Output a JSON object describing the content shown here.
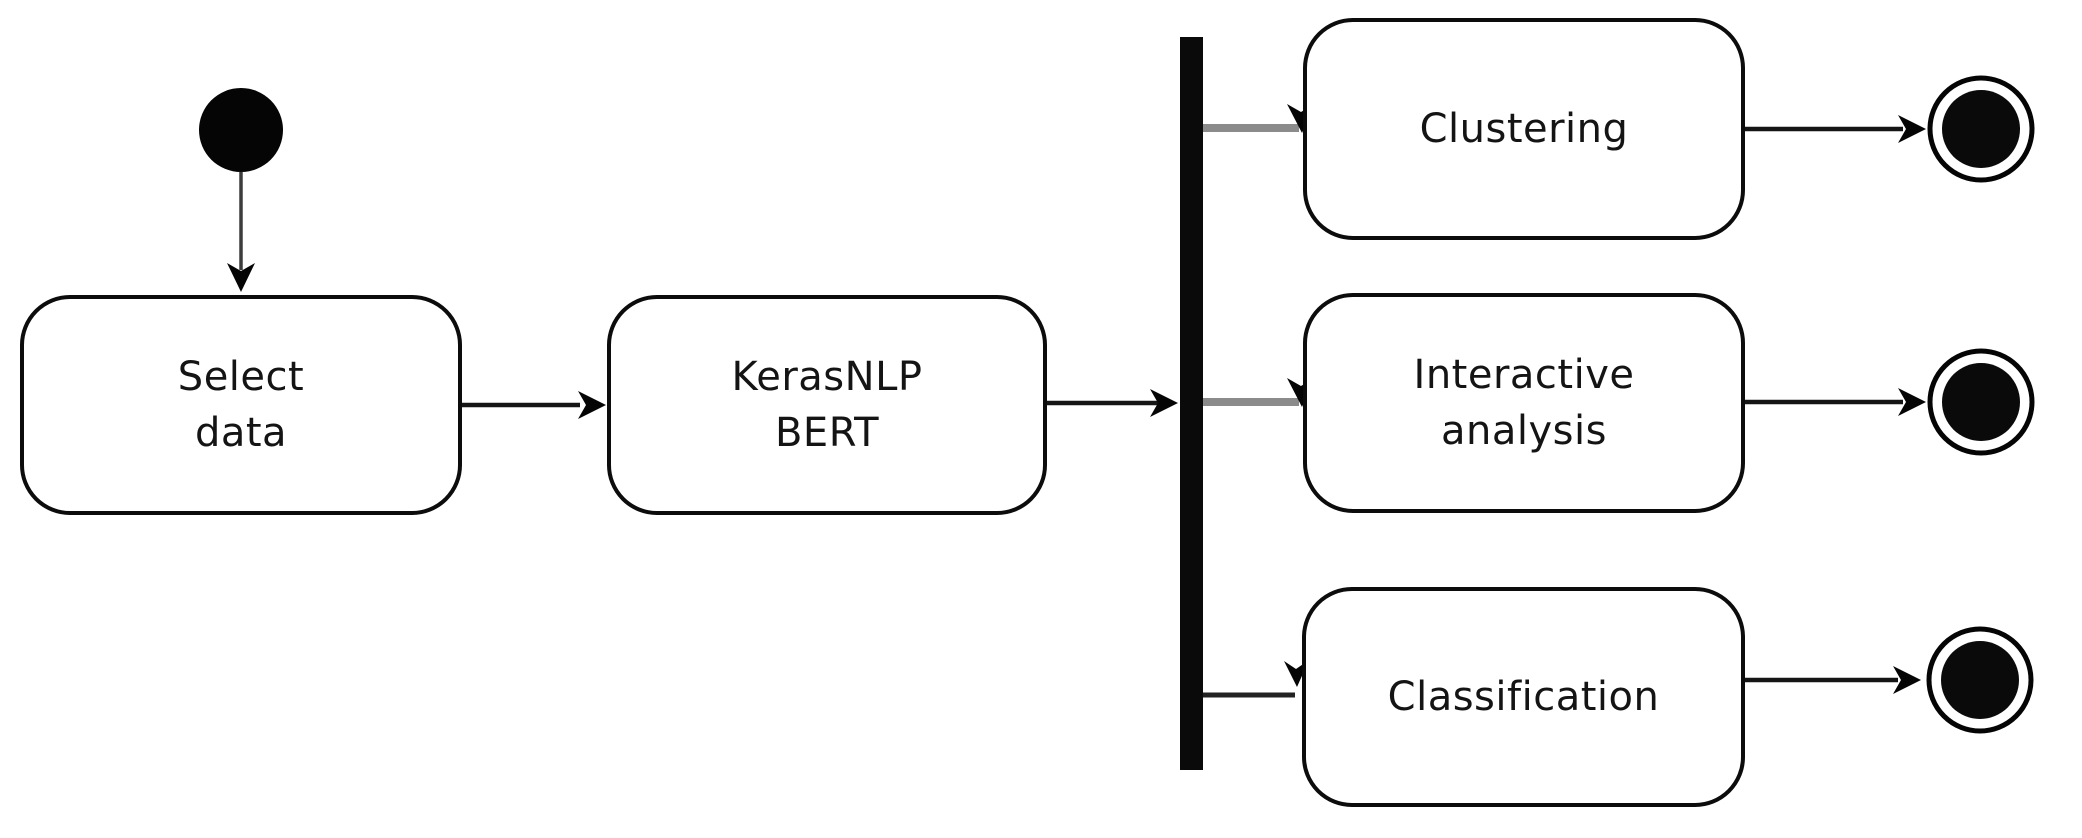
{
  "colors": {
    "background": "#ffffff",
    "node_fill": "#ffffff",
    "node_stroke": "#000000",
    "text": "#141414",
    "connector_black": "#151515",
    "connector_gray": "#8b8b8b"
  },
  "nodes": {
    "initial": {
      "kind": "initial-state"
    },
    "select_data": {
      "kind": "action",
      "line1": "Select",
      "line2": "data"
    },
    "kerasnlp_bert": {
      "kind": "action",
      "line1": "KerasNLP",
      "line2": "BERT"
    },
    "fork": {
      "kind": "fork-bar"
    },
    "clustering": {
      "kind": "action",
      "label": "Clustering"
    },
    "interactive_analysis": {
      "kind": "action",
      "line1": "Interactive",
      "line2": "analysis"
    },
    "classification": {
      "kind": "action",
      "label": "Classification"
    },
    "final_clustering": {
      "kind": "final-state"
    },
    "final_interactive": {
      "kind": "final-state"
    },
    "final_classification": {
      "kind": "final-state"
    }
  },
  "edges": [
    {
      "from": "initial",
      "to": "select_data"
    },
    {
      "from": "select_data",
      "to": "kerasnlp_bert"
    },
    {
      "from": "kerasnlp_bert",
      "to": "fork"
    },
    {
      "from": "fork",
      "to": "clustering"
    },
    {
      "from": "fork",
      "to": "interactive_analysis"
    },
    {
      "from": "fork",
      "to": "classification"
    },
    {
      "from": "clustering",
      "to": "final_clustering"
    },
    {
      "from": "interactive_analysis",
      "to": "final_interactive"
    },
    {
      "from": "classification",
      "to": "final_classification"
    }
  ]
}
